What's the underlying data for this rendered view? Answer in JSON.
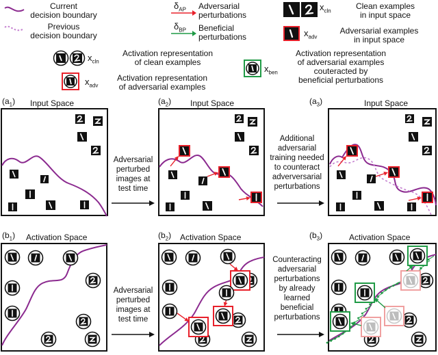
{
  "legend": {
    "current_boundary": "Current decision boundary",
    "current_boundary_l1": "Current",
    "current_boundary_l2": "decision boundary",
    "previous_boundary_l1": "Previous",
    "previous_boundary_l2": "decision boundary",
    "delta_ap_symbol": "δ",
    "delta_ap_sub": "AP",
    "delta_ap_label": "Adversarial",
    "delta_ap_label2": "perturbations",
    "delta_bp_symbol": "δ",
    "delta_bp_sub": "BP",
    "delta_bp_label": "Beneficial",
    "delta_bp_label2": "perturbations",
    "x_cln_symbol": "x",
    "x_cln_sub": "cln",
    "clean_input_l1": "Clean examples",
    "clean_input_l2": "in input space",
    "x_adv_symbol": "x",
    "x_adv_sub": "adv",
    "adv_input_l1": "Adversarial examples",
    "adv_input_l2": "in input space",
    "act_clean_l1": "Activation representation",
    "act_clean_l2": "of clean examples",
    "act_adv_l1": "Activation representation",
    "act_adv_l2": "of adversarial examples",
    "x_ben_symbol": "x",
    "x_ben_sub": "ben",
    "ben_l1": "Activation representation",
    "ben_l2": "of adversarial examples",
    "ben_l3": "couteracted by",
    "ben_l4": "beneficial perturbations"
  },
  "panels": {
    "a1": {
      "label": "(a",
      "sub": "1",
      "title": "Input Space"
    },
    "a2": {
      "label": "(a",
      "sub": "2",
      "title": "Input Space"
    },
    "a3": {
      "label": "(a",
      "sub": "3",
      "title": "Input Space"
    },
    "b1": {
      "label": "(b",
      "sub": "1",
      "title": "Activation Space"
    },
    "b2": {
      "label": "(b",
      "sub": "2",
      "title": "Activation Space"
    },
    "b3": {
      "label": "(b",
      "sub": "3",
      "title": "Activation Space"
    }
  },
  "arrows": {
    "a1_a2": [
      "Adversarial",
      "perturbed",
      "images at",
      "test time"
    ],
    "a2_a3": [
      "Additional",
      "adversarial",
      "training needed",
      "to counteract",
      "adverversarial",
      "perturbations"
    ],
    "b1_b2": [
      "Adversarial",
      "perturbed",
      "images at",
      "test time"
    ],
    "b2_b3": [
      "Counteracting",
      "adversarial",
      "perturbations",
      "by already",
      "learned",
      "beneficial",
      "perturbations"
    ]
  },
  "colors": {
    "current_boundary": "#8b2a8f",
    "previous_boundary": "#c47fcf",
    "adversarial": "#e8202a",
    "beneficial": "#1f9a45",
    "faded_adv": "#f0a0a0",
    "faded_clean": "#bbbbbb"
  }
}
